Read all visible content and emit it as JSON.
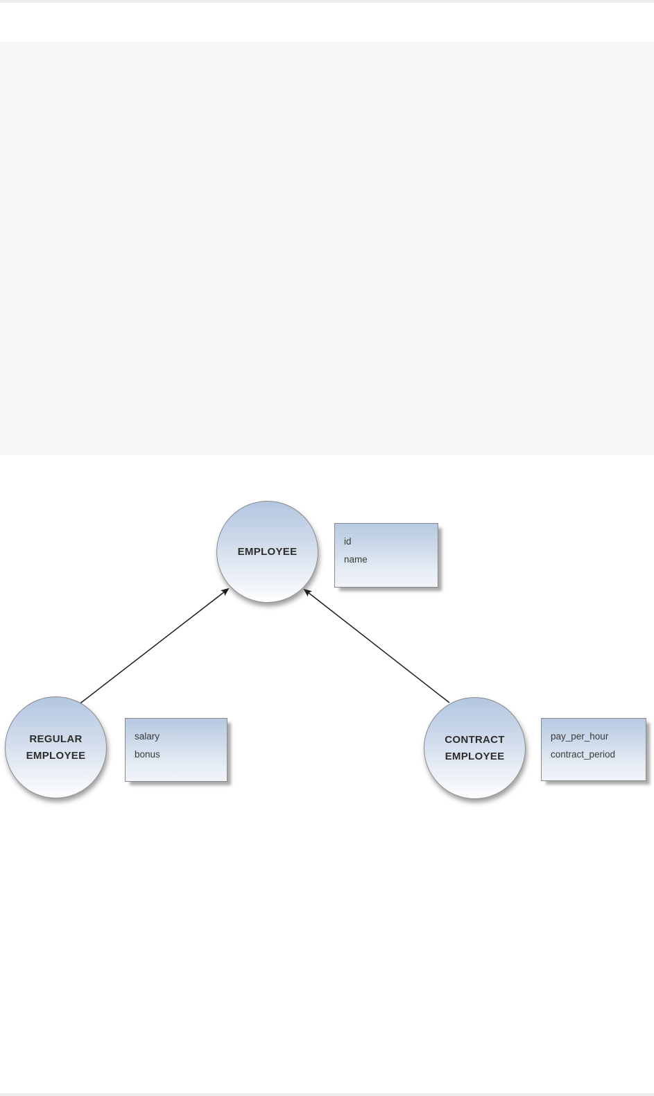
{
  "diagram": {
    "nodes": [
      {
        "id": "employee",
        "label": "EMPLOYEE",
        "attributes": [
          "id",
          "name"
        ]
      },
      {
        "id": "regular-employee",
        "label": "REGULAR EMPLOYEE",
        "attributes": [
          "salary",
          "bonus"
        ]
      },
      {
        "id": "contract-employee",
        "label": "CONTRACT EMPLOYEE",
        "attributes": [
          "pay_per_hour",
          "contract_period"
        ]
      }
    ],
    "relations": [
      {
        "from": "REGULAR EMPLOYEE",
        "to": "EMPLOYEE",
        "type": "arrow"
      },
      {
        "from": "CONTRACT EMPLOYEE",
        "to": "EMPLOYEE",
        "type": "arrow"
      }
    ],
    "colors": {
      "node_gradient_top": "#b3c6e0",
      "node_gradient_bottom": "#fdfeff",
      "box_gradient_top": "#b7c9e1",
      "box_gradient_bottom": "#f1f4f9",
      "shape_border": "#8a8a8a",
      "arrow": "#1a1a1a",
      "label_text": "#2d2d2d",
      "attribute_text": "#3a3a3a",
      "panel_gray": "#f6f6f6",
      "edge_strip_gray": "#ececec",
      "canvas_white": "#ffffff"
    }
  }
}
